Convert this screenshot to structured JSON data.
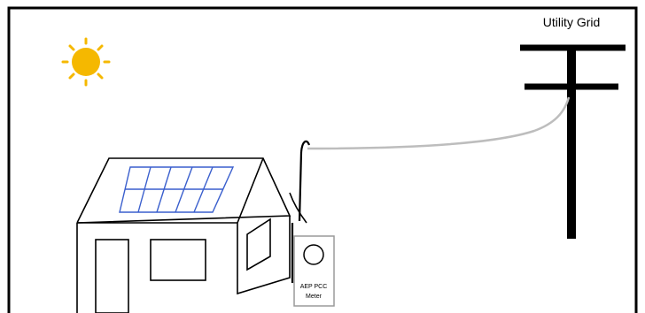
{
  "grid": {
    "label": "Utility Grid"
  },
  "meter": {
    "line1": "AEP PCC",
    "line2": "Meter"
  },
  "colors": {
    "sun": "#F5B800",
    "panel_grid": "#3A5FCD",
    "service_wire": "#BDBDBD",
    "frame": "#000000",
    "meter_border": "#9A9A9A"
  },
  "icons": [
    "sun-icon"
  ]
}
